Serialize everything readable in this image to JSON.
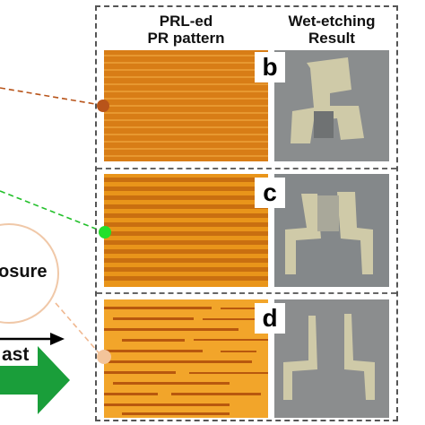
{
  "header": {
    "col1_line1": "PRL-ed",
    "col1_line2": "PR pattern",
    "col2_line1": "Wet-etching",
    "col2_line2": "Result"
  },
  "panels": [
    {
      "letter": "b",
      "dot_color": "#b8541a"
    },
    {
      "letter": "c",
      "dot_color": "#22e02a"
    },
    {
      "letter": "d",
      "dot_color": "#f3c49a"
    }
  ],
  "left": {
    "exposure_text": "osure",
    "fast_text": "ast"
  },
  "colors": {
    "pr_orange": "#d87d16",
    "etch_gray": "#7f8384",
    "metal": "#cfcaa8",
    "arrow_green": "#1a9e3a"
  }
}
